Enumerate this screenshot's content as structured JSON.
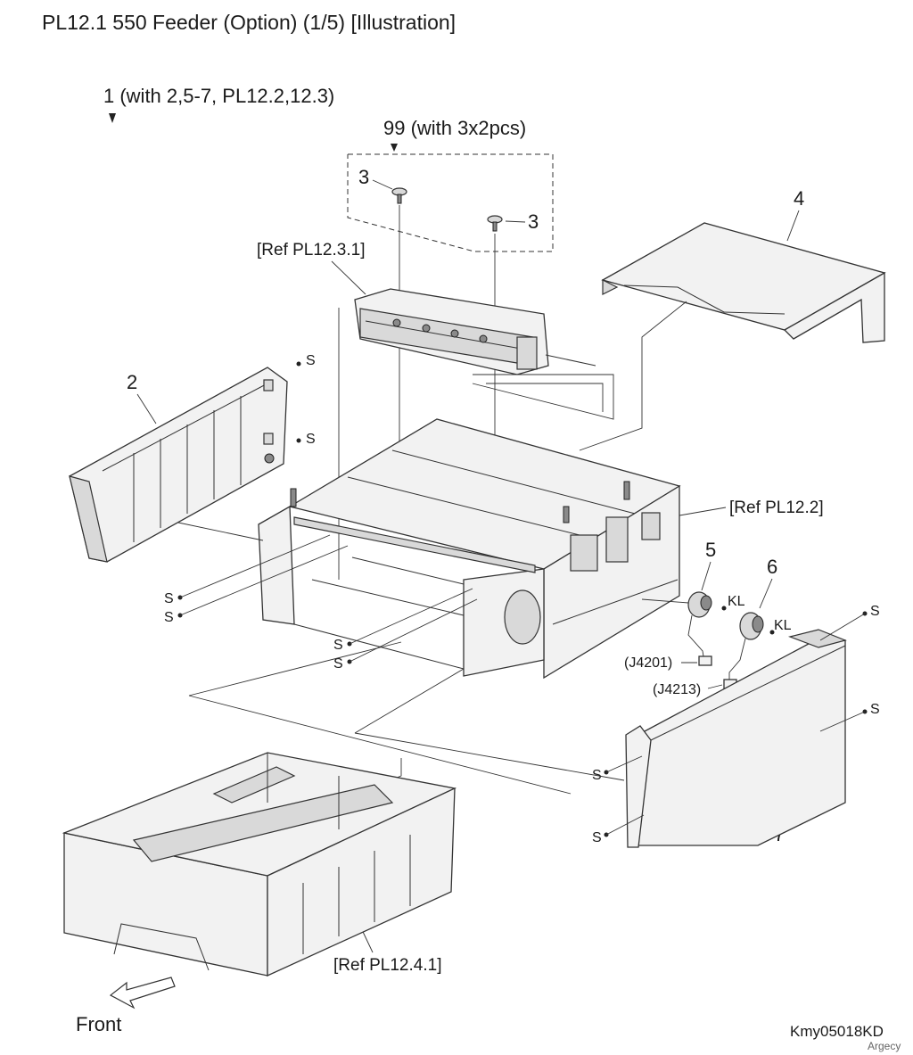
{
  "title": "PL12.1 550 Feeder (Option) (1/5)  [Illustration]",
  "diagram_code": "Kmy05018KD",
  "watermark": "Argecy",
  "front_label": "Front",
  "callouts": {
    "c1": "1 (with 2,5-7, PL12.2,12.3)",
    "c99": "99 (with 3x2pcs)",
    "c3a": "3",
    "c3b": "3",
    "c2": "2",
    "c4": "4",
    "c5": "5",
    "c6": "6",
    "c7": "7",
    "ref_pl12_3_1": "[Ref PL12.3.1]",
    "ref_pl12_2": "[Ref PL12.2]",
    "ref_pl12_4_1": "[Ref PL12.4.1]",
    "j4201": "(J4201)",
    "j4213": "(J4213)",
    "kl1": "KL",
    "kl2": "KL",
    "s": "S"
  }
}
